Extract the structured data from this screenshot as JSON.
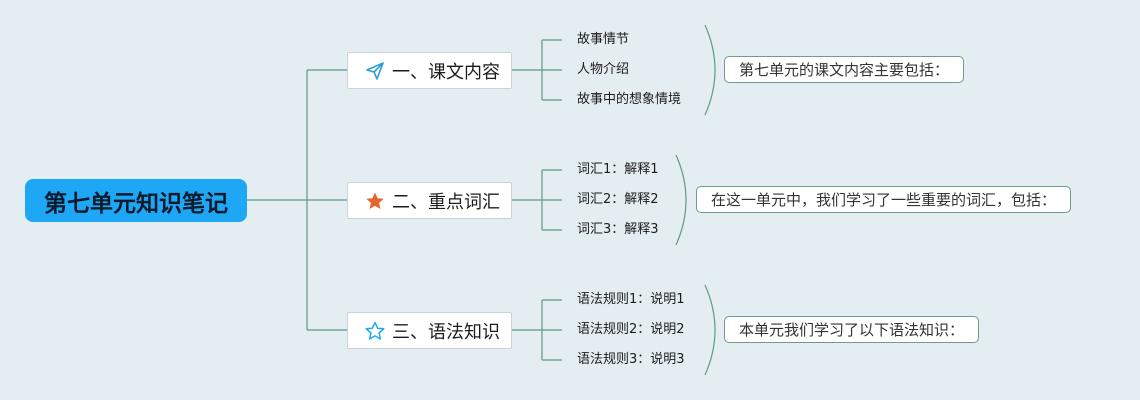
{
  "title": "第七单元知识笔记",
  "branches": [
    {
      "label": "一、课文内容",
      "icon": "paper-plane-icon",
      "items": [
        "故事情节",
        "人物介绍",
        "故事中的想象情境"
      ],
      "summary": "第七单元的课文内容主要包括："
    },
    {
      "label": "二、重点词汇",
      "icon": "star-filled-icon",
      "items": [
        "词汇1：解释1",
        "词汇2：解释2",
        "词汇3：解释3"
      ],
      "summary": "在这一单元中，我们学习了一些重要的词汇，包括："
    },
    {
      "label": "三、语法知识",
      "icon": "star-outline-icon",
      "items": [
        "语法规则1：说明1",
        "语法规则2：说明2",
        "语法规则3：说明3"
      ],
      "summary": "本单元我们学习了以下语法知识："
    }
  ],
  "colors": {
    "background": "#e4edf1",
    "root": "#1ea7f5",
    "connector": "#5f9a86",
    "plane": "#2a9fd8",
    "star_filled": "#e2662d",
    "star_outline": "#1ea7f5"
  }
}
